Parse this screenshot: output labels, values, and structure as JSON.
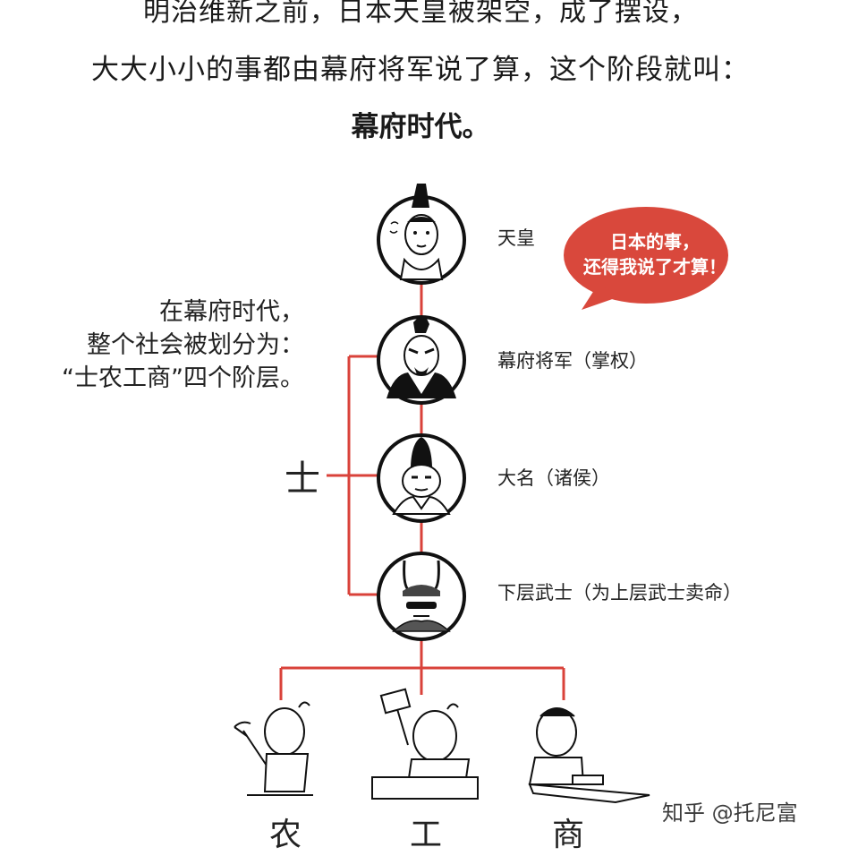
{
  "header": {
    "line1": "明治维新之前，日本天皇被架空，成了摆设，",
    "line2": "大大小小的事都由幕府将军说了算，这个阶段就叫：",
    "line3": "幕府时代。"
  },
  "intro": {
    "line1": "在幕府时代，",
    "line2": "整个社会被划分为：",
    "line3": "“士农工商”四个阶层。"
  },
  "hierarchy": [
    {
      "label": "天皇"
    },
    {
      "label": "幕府将军（掌权）"
    },
    {
      "label": "大名（诸侯）"
    },
    {
      "label": "下层武士（为上层武士卖命）"
    }
  ],
  "samurai_class": "士",
  "speech_bubble": {
    "line1": "日本的事，",
    "line2": "还得我说了才算！"
  },
  "lower_classes": [
    "农",
    "工",
    "商"
  ],
  "watermark": "知乎 @托尼富",
  "colors": {
    "connector": "#d9423a",
    "bubble": "#d9483c",
    "ink": "#111111"
  }
}
